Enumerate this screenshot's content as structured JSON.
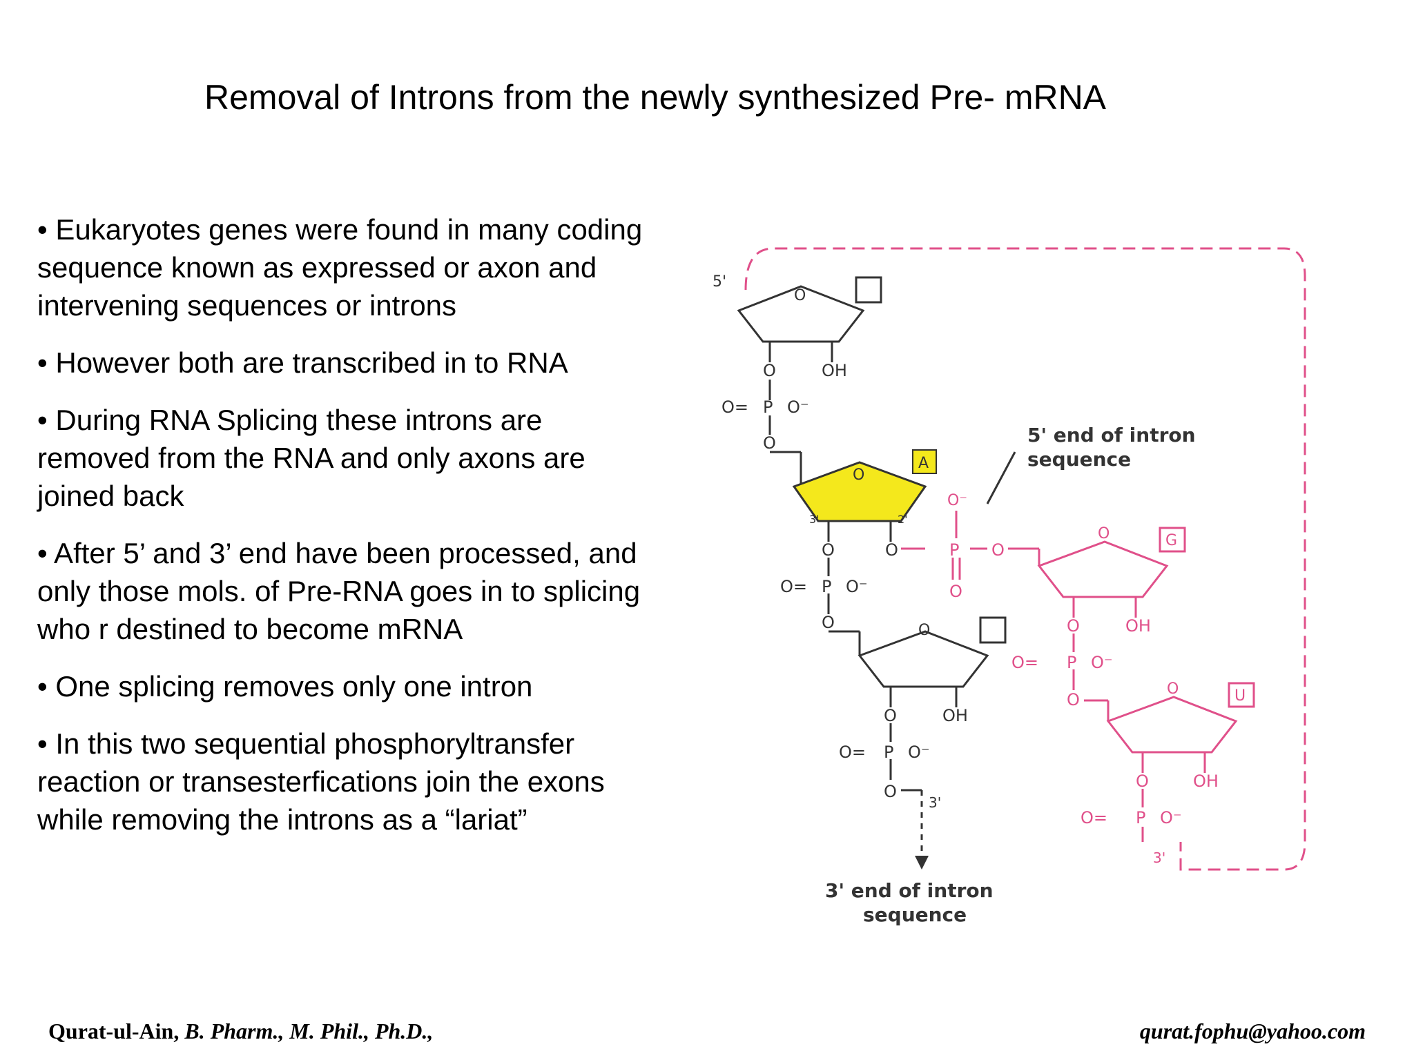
{
  "slide": {
    "title": "Removal of Introns from the newly synthesized Pre- mRNA",
    "bullets": [
      "• Eukaryotes genes were found in many coding sequence known as expressed or axon and intervening sequences or introns",
      "• However both are transcribed in to RNA",
      "• During RNA Splicing these introns are removed from the RNA and only axons are joined back",
      "• After 5’ and 3’ end have been processed, and only those mols. of Pre-RNA goes in to splicing who r destined to become mRNA",
      "• One splicing removes only one intron",
      "• In this two sequential phosphoryltransfer reaction or transesterfications join the exons while removing the introns as a “lariat”"
    ]
  },
  "diagram": {
    "colors": {
      "black": "#333333",
      "pink": "#e0508a",
      "yellow": "#f4e81c"
    },
    "labels": {
      "five_prime_top": "5'",
      "ring_o": "O",
      "oh": "OH",
      "o": "O",
      "o_minus": "O⁻",
      "p": "P",
      "o_double": "O=",
      "base_a": "A",
      "base_g": "G",
      "base_u": "U",
      "three_prime": "3'",
      "c3": "3'",
      "c2": "2'",
      "five_end_line1": "5' end of intron",
      "five_end_line2": "sequence",
      "three_end_line1": "3' end of intron",
      "three_end_line2": "sequence"
    }
  },
  "footer": {
    "author_name": "Qurat-ul-Ain,",
    "author_credentials": " B. Pharm., M. Phil., Ph.D.,",
    "email": "qurat.fophu@yahoo.com"
  }
}
